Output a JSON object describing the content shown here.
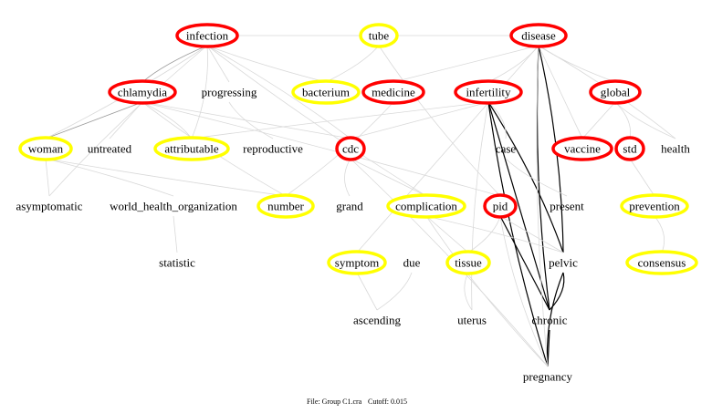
{
  "colors": {
    "red": "#ff0000",
    "yellow": "#ffff00",
    "light_edge": "#d9d9d9",
    "medium_edge": "#999999",
    "strong_edge": "#000000"
  },
  "nodes": [
    {
      "id": "infection",
      "label": "infection",
      "highlight": "red"
    },
    {
      "id": "tube",
      "label": "tube",
      "highlight": "yellow"
    },
    {
      "id": "disease",
      "label": "disease",
      "highlight": "red"
    },
    {
      "id": "chlamydia",
      "label": "chlamydia",
      "highlight": "red"
    },
    {
      "id": "progressing",
      "label": "progressing",
      "highlight": "none"
    },
    {
      "id": "bacterium",
      "label": "bacterium",
      "highlight": "yellow"
    },
    {
      "id": "medicine",
      "label": "medicine",
      "highlight": "red"
    },
    {
      "id": "infertility",
      "label": "infertility",
      "highlight": "red"
    },
    {
      "id": "global",
      "label": "global",
      "highlight": "red"
    },
    {
      "id": "woman",
      "label": "woman",
      "highlight": "yellow"
    },
    {
      "id": "untreated",
      "label": "untreated",
      "highlight": "none"
    },
    {
      "id": "attributable",
      "label": "attributable",
      "highlight": "yellow"
    },
    {
      "id": "reproductive",
      "label": "reproductive",
      "highlight": "none"
    },
    {
      "id": "cdc",
      "label": "cdc",
      "highlight": "red"
    },
    {
      "id": "case",
      "label": "case",
      "highlight": "none"
    },
    {
      "id": "vaccine",
      "label": "vaccine",
      "highlight": "red"
    },
    {
      "id": "std",
      "label": "std",
      "highlight": "red"
    },
    {
      "id": "health",
      "label": "health",
      "highlight": "none"
    },
    {
      "id": "asymptomatic",
      "label": "asymptomatic",
      "highlight": "none"
    },
    {
      "id": "who",
      "label": "world_health_organization",
      "highlight": "none"
    },
    {
      "id": "number",
      "label": "number",
      "highlight": "yellow"
    },
    {
      "id": "grand",
      "label": "grand",
      "highlight": "none"
    },
    {
      "id": "complication",
      "label": "complication",
      "highlight": "yellow"
    },
    {
      "id": "pid",
      "label": "pid",
      "highlight": "red"
    },
    {
      "id": "present",
      "label": "present",
      "highlight": "none"
    },
    {
      "id": "prevention",
      "label": "prevention",
      "highlight": "yellow"
    },
    {
      "id": "statistic",
      "label": "statistic",
      "highlight": "none"
    },
    {
      "id": "symptom",
      "label": "symptom",
      "highlight": "yellow"
    },
    {
      "id": "due",
      "label": "due",
      "highlight": "none"
    },
    {
      "id": "tissue",
      "label": "tissue",
      "highlight": "yellow"
    },
    {
      "id": "pelvic",
      "label": "pelvic",
      "highlight": "none"
    },
    {
      "id": "consensus",
      "label": "consensus",
      "highlight": "yellow"
    },
    {
      "id": "ascending",
      "label": "ascending",
      "highlight": "none"
    },
    {
      "id": "uterus",
      "label": "uterus",
      "highlight": "none"
    },
    {
      "id": "chronic",
      "label": "chronic",
      "highlight": "none"
    },
    {
      "id": "pregnancy",
      "label": "pregnancy",
      "highlight": "none"
    }
  ],
  "edges": [
    {
      "from": "infection",
      "to": "chlamydia",
      "strength": "medium"
    },
    {
      "from": "chlamydia",
      "to": "woman",
      "strength": "medium"
    },
    {
      "from": "disease",
      "to": "pelvic",
      "strength": "strong"
    },
    {
      "from": "disease",
      "to": "chronic",
      "strength": "strong"
    },
    {
      "from": "infertility",
      "to": "chronic",
      "strength": "strong"
    },
    {
      "from": "infertility",
      "to": "pelvic",
      "strength": "strong"
    },
    {
      "from": "infertility",
      "to": "pregnancy",
      "strength": "strong"
    },
    {
      "from": "pid",
      "to": "chronic",
      "strength": "strong"
    },
    {
      "from": "pelvic",
      "to": "chronic",
      "strength": "strong"
    },
    {
      "from": "pelvic",
      "to": "pregnancy",
      "strength": "strong"
    },
    {
      "from": "chronic",
      "to": "pregnancy",
      "strength": "strong"
    },
    {
      "from": "infection",
      "to": "woman",
      "strength": "light"
    },
    {
      "from": "infection",
      "to": "asymptomatic",
      "strength": "light"
    },
    {
      "from": "infection",
      "to": "progressing",
      "strength": "light"
    },
    {
      "from": "infection",
      "to": "attributable",
      "strength": "light"
    },
    {
      "from": "infection",
      "to": "bacterium",
      "strength": "light"
    },
    {
      "from": "infection",
      "to": "disease",
      "strength": "light"
    },
    {
      "from": "infection",
      "to": "cdc",
      "strength": "light"
    },
    {
      "from": "infection",
      "to": "complication",
      "strength": "light"
    },
    {
      "from": "chlamydia",
      "to": "untreated",
      "strength": "light"
    },
    {
      "from": "chlamydia",
      "to": "attributable",
      "strength": "light"
    },
    {
      "from": "chlamydia",
      "to": "number",
      "strength": "light"
    },
    {
      "from": "chlamydia",
      "to": "cdc",
      "strength": "light"
    },
    {
      "from": "chlamydia",
      "to": "pid",
      "strength": "light"
    },
    {
      "from": "progressing",
      "to": "reproductive",
      "strength": "light"
    },
    {
      "from": "woman",
      "to": "asymptomatic",
      "strength": "light"
    },
    {
      "from": "woman",
      "to": "who",
      "strength": "light"
    },
    {
      "from": "woman",
      "to": "number",
      "strength": "light"
    },
    {
      "from": "who",
      "to": "statistic",
      "strength": "light"
    },
    {
      "from": "tube",
      "to": "bacterium",
      "strength": "light"
    },
    {
      "from": "tube",
      "to": "pid",
      "strength": "light"
    },
    {
      "from": "disease",
      "to": "medicine",
      "strength": "light"
    },
    {
      "from": "disease",
      "to": "infertility",
      "strength": "light"
    },
    {
      "from": "disease",
      "to": "global",
      "strength": "light"
    },
    {
      "from": "disease",
      "to": "vaccine",
      "strength": "light"
    },
    {
      "from": "disease",
      "to": "health",
      "strength": "light"
    },
    {
      "from": "disease",
      "to": "pregnancy",
      "strength": "light"
    },
    {
      "from": "disease",
      "to": "symptom",
      "strength": "light"
    },
    {
      "from": "medicine",
      "to": "number",
      "strength": "light"
    },
    {
      "from": "infertility",
      "to": "attributable",
      "strength": "light"
    },
    {
      "from": "infertility",
      "to": "cdc",
      "strength": "light"
    },
    {
      "from": "infertility",
      "to": "case",
      "strength": "light"
    },
    {
      "from": "infertility",
      "to": "uterus",
      "strength": "light"
    },
    {
      "from": "global",
      "to": "vaccine",
      "strength": "light"
    },
    {
      "from": "global",
      "to": "std",
      "strength": "light"
    },
    {
      "from": "global",
      "to": "health",
      "strength": "light"
    },
    {
      "from": "std",
      "to": "prevention",
      "strength": "light"
    },
    {
      "from": "prevention",
      "to": "consensus",
      "strength": "light"
    },
    {
      "from": "cdc",
      "to": "grand",
      "strength": "light"
    },
    {
      "from": "cdc",
      "to": "complication",
      "strength": "light"
    },
    {
      "from": "cdc",
      "to": "pregnancy",
      "strength": "light"
    },
    {
      "from": "case",
      "to": "present",
      "strength": "light"
    },
    {
      "from": "complication",
      "to": "tissue",
      "strength": "light"
    },
    {
      "from": "complication",
      "to": "pelvic",
      "strength": "light"
    },
    {
      "from": "complication",
      "to": "pregnancy",
      "strength": "light"
    },
    {
      "from": "pid",
      "to": "pelvic",
      "strength": "light"
    },
    {
      "from": "pid",
      "to": "tissue",
      "strength": "light"
    },
    {
      "from": "pid",
      "to": "pregnancy",
      "strength": "light"
    },
    {
      "from": "symptom",
      "to": "ascending",
      "strength": "light"
    },
    {
      "from": "due",
      "to": "ascending",
      "strength": "light"
    },
    {
      "from": "tissue",
      "to": "uterus",
      "strength": "light"
    }
  ],
  "footer": {
    "file": "File: Group C1.cra",
    "cutoff": "Cutoff: 0.015"
  }
}
